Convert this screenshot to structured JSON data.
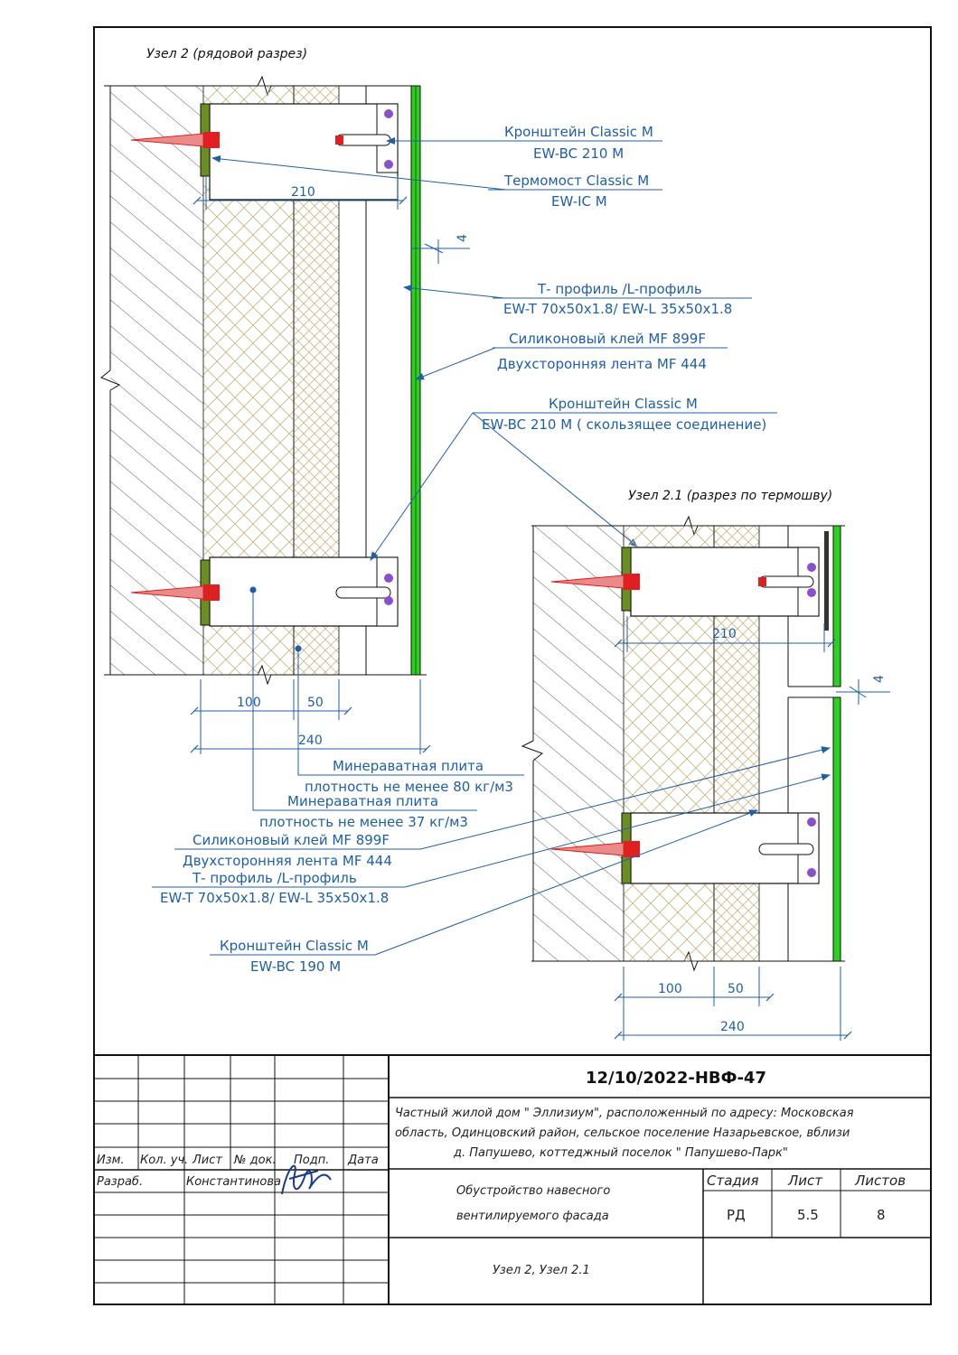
{
  "nodes": {
    "node2_title": "Узел 2 (рядовой разрез)",
    "node21_title": "Узел 2.1 (разрез по термошву)"
  },
  "callouts": {
    "bracket_a_l1": "Кронштейн Classic M",
    "bracket_a_l2": "EW-BC 210 M",
    "thermal_l1": "Термомост Classic M",
    "thermal_l2": "EW-IC M",
    "profile_a_l1": "Т- профиль /L-профиль",
    "profile_a_l2": "EW-T 70x50x1.8/ EW-L 35x50x1.8",
    "glue_a_l1": "Силиконовый клей MF 899F",
    "glue_a_l2": "Двухсторонняя лента MF 444",
    "bracket_b_l1": "Кронштейн Classic M",
    "bracket_b_l2": "EW-BC 210 M ( скользящее соединение)",
    "wool80_l1": "Минераватная плита",
    "wool80_l2": "плотность не менее 80 кг/м3",
    "wool37_l1": "Минераватная плита",
    "wool37_l2": "плотность не менее 37 кг/м3",
    "glue_b_l1": "Силиконовый клей MF 899F",
    "glue_b_l2": "Двухсторонняя лента MF 444",
    "profile_b_l1": "Т- профиль /L-профиль",
    "profile_b_l2": "EW-T 70x50x1.8/ EW-L 35x50x1.8",
    "bracket_c_l1": "Кронштейн Classic M",
    "bracket_c_l2": "EW-BC 190 M"
  },
  "dims": {
    "d210_a": "210",
    "d4_a": "4",
    "d100_a": "100",
    "d50_a": "50",
    "d240_a": "240",
    "d210_b": "210",
    "d4_b": "4",
    "d100_b": "100",
    "d50_b": "50",
    "d240_b": "240"
  },
  "stamp": {
    "code": "12/10/2022-НВФ-47",
    "address_l1": "Частный жилой дом \" Эллизиум\", расположенный по адресу: Московская",
    "address_l2": "область, Одинцовский район, сельское поселение Назарьевское, вблизи",
    "address_l3": "д. Папушево, коттеджный поселок \" Папушево-Парк\"",
    "col_izm": "Изм.",
    "col_kol": "Кол. уч.",
    "col_list": "Лист",
    "col_ndok": "№ док.",
    "col_podp": "Подп.",
    "col_data": "Дата",
    "role_dev": "Разраб.",
    "dev_name": "Константинова",
    "project_l1": "Обустройство навесного",
    "project_l2": "вентилируемого фасада",
    "hdr_stage": "Стадия",
    "hdr_sheet": "Лист",
    "hdr_sheets": "Листов",
    "stage": "РД",
    "sheet": "5.5",
    "sheets": "8",
    "drawing_name": "Узел 2, Узел 2.1"
  },
  "colors": {
    "annotation": "#1f5fa8",
    "insulation": "#c9b784",
    "facade_panel": "#2bd11f",
    "anchor": "#e02020",
    "thermal_pad": "#6b8e23"
  }
}
